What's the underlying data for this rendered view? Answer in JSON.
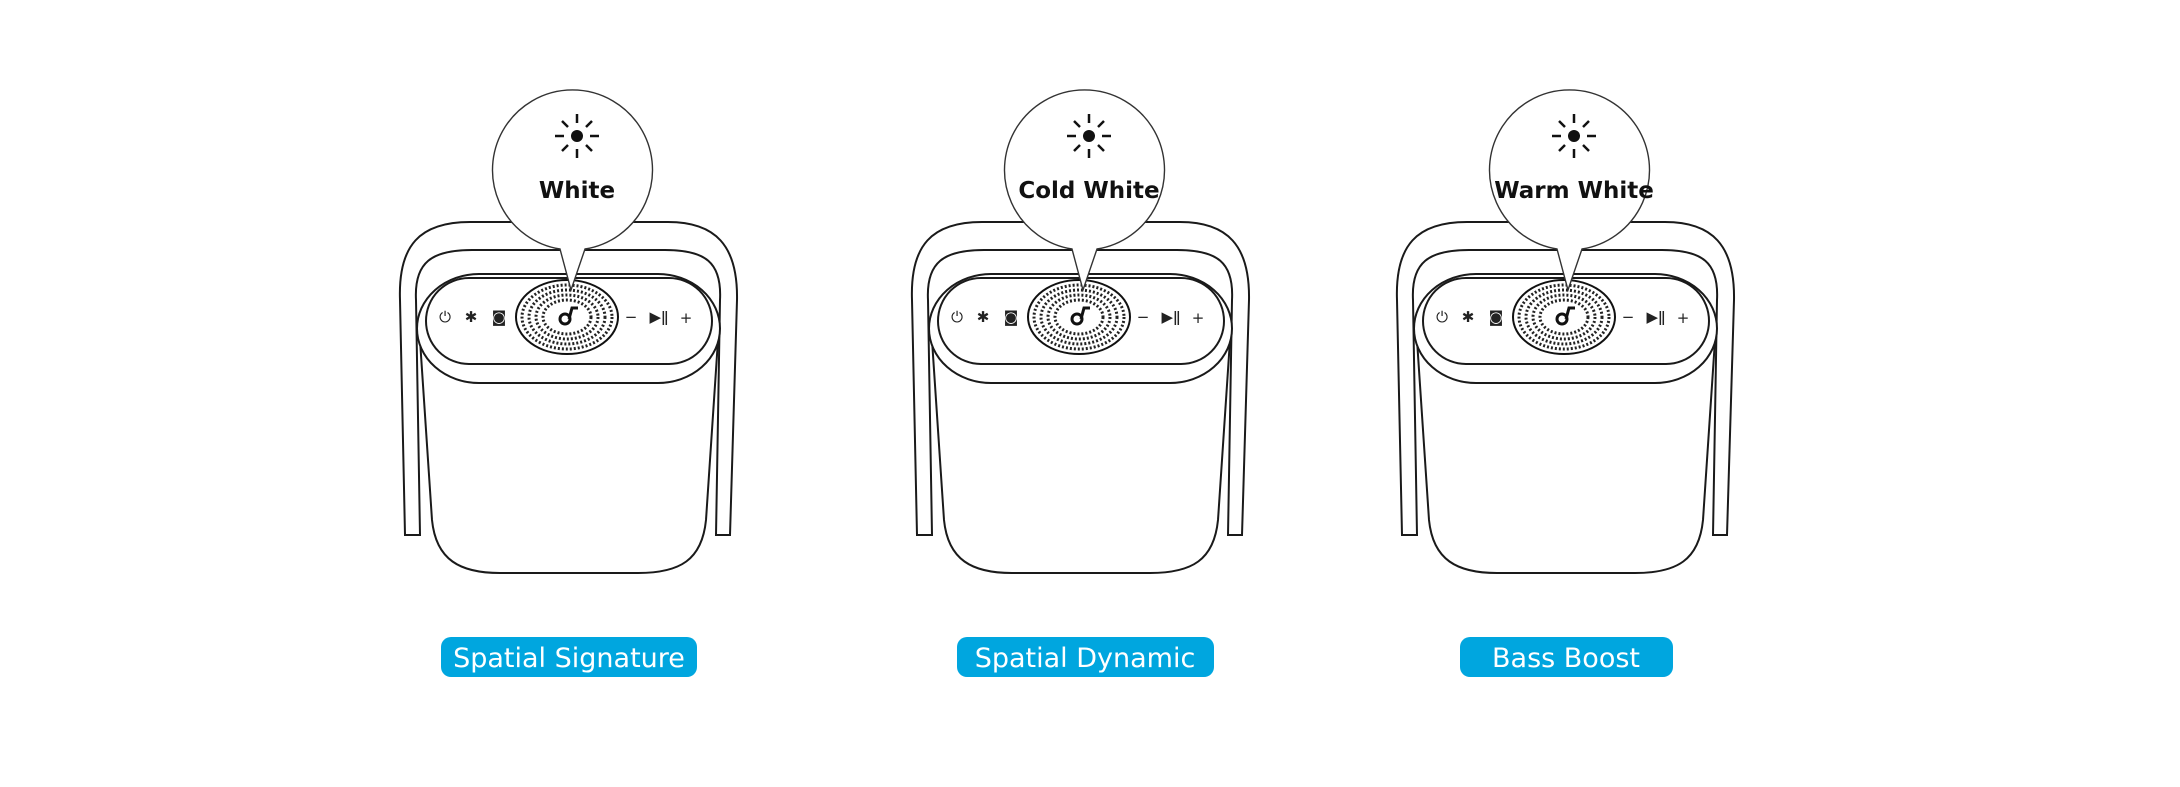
{
  "accent_color": "#00a6df",
  "modes": [
    {
      "light": "White",
      "sound": "Spatial Signature"
    },
    {
      "light": "Cold White",
      "sound": "Spatial Dynamic"
    },
    {
      "light": "Warm White",
      "sound": "Bass Boost"
    }
  ],
  "icons": {
    "power": "⏻",
    "bluetooth": "✱",
    "light": "◙",
    "minus": "−",
    "play_pause": "▶ǁ",
    "plus": "+"
  }
}
